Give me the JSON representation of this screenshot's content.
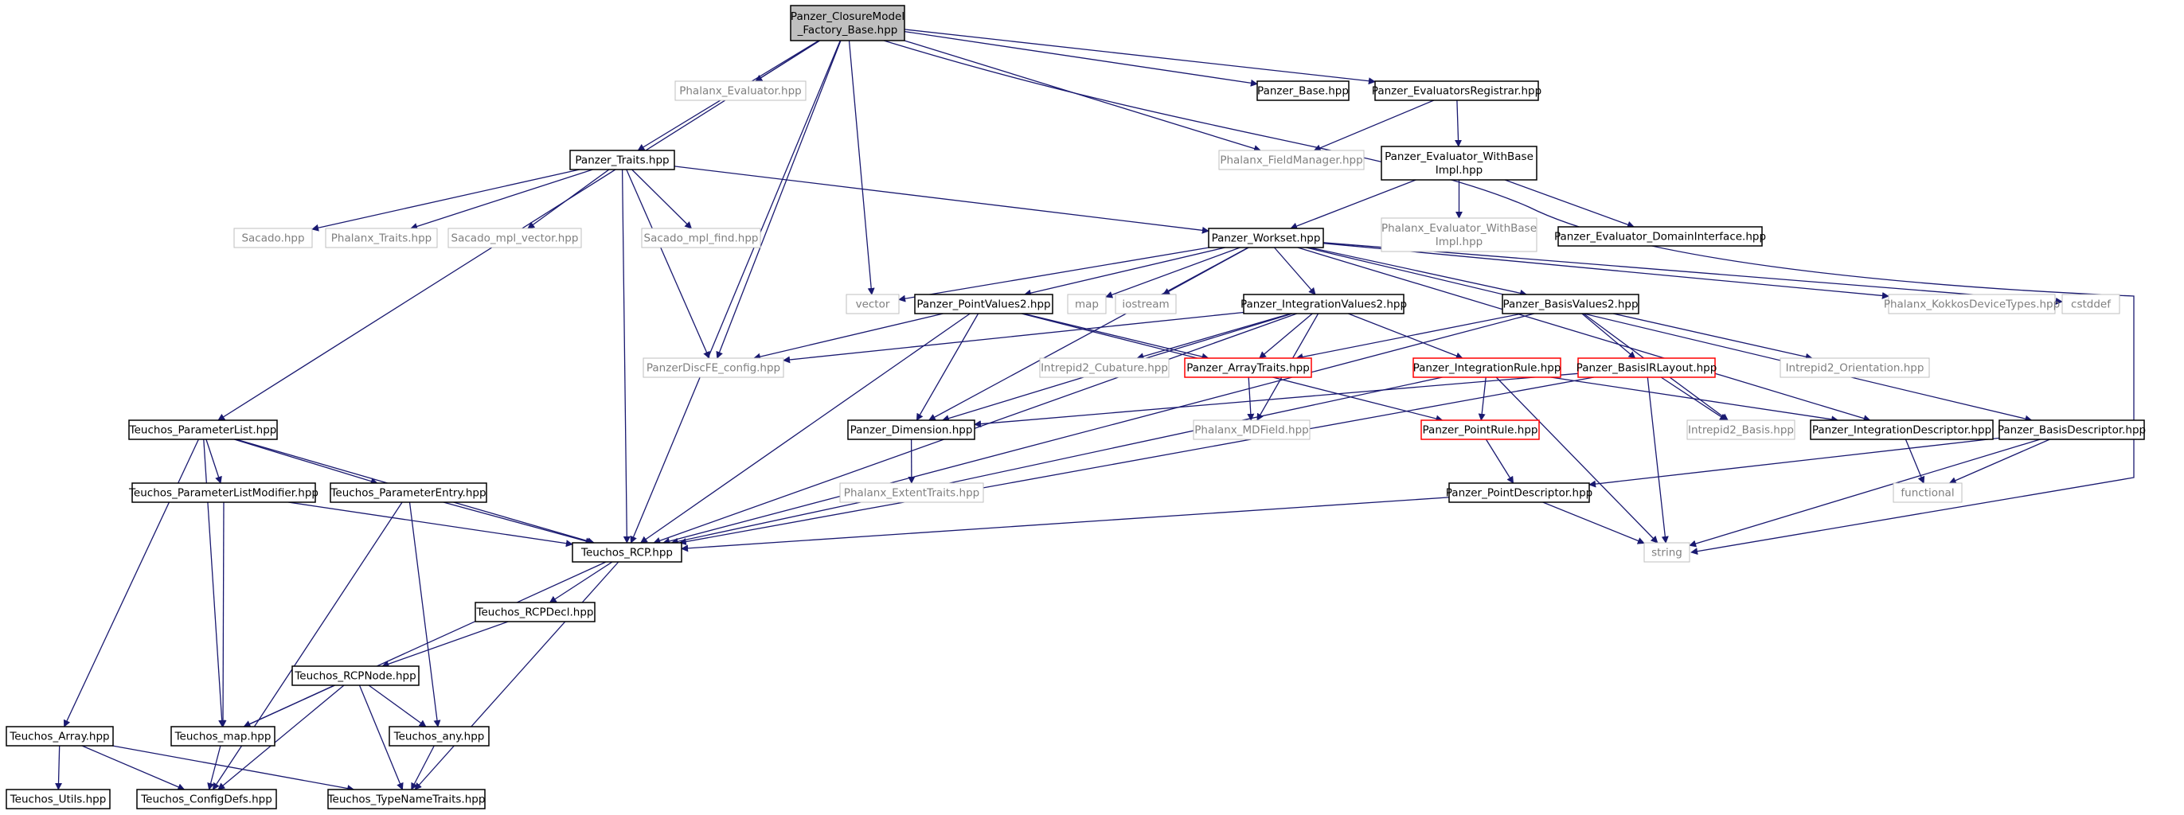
{
  "colors": {
    "edge": "#191970",
    "documented_border": "#000000",
    "undocumented_border": "#bfbfbf",
    "undocumented_text": "#7f7f7f",
    "truncated_border": "#ff0000",
    "root_fill": "#bfbfbf",
    "node_fill": "#ffffff"
  },
  "nodes": {
    "root": {
      "lines": [
        "Panzer_ClosureModel",
        "_Factory_Base.hpp"
      ],
      "kind": "root"
    },
    "phalanx_evaluator": {
      "lines": [
        "Phalanx_Evaluator.hpp"
      ],
      "kind": "undocumented"
    },
    "panzer_base": {
      "lines": [
        "Panzer_Base.hpp"
      ],
      "kind": "documented"
    },
    "panzer_evaluators_registrar": {
      "lines": [
        "Panzer_EvaluatorsRegistrar.hpp"
      ],
      "kind": "documented"
    },
    "phalanx_fieldmanager": {
      "lines": [
        "Phalanx_FieldManager.hpp"
      ],
      "kind": "undocumented"
    },
    "panzer_evaluator_withbaseimpl": {
      "lines": [
        "Panzer_Evaluator_WithBase",
        "Impl.hpp"
      ],
      "kind": "documented"
    },
    "phalanx_evaluator_withbaseimpl": {
      "lines": [
        "Phalanx_Evaluator_WithBase",
        "Impl.hpp"
      ],
      "kind": "undocumented"
    },
    "panzer_evaluator_domaininterface": {
      "lines": [
        "Panzer_Evaluator_DomainInterface.hpp"
      ],
      "kind": "documented"
    },
    "panzer_traits": {
      "lines": [
        "Panzer_Traits.hpp"
      ],
      "kind": "documented"
    },
    "sacado": {
      "lines": [
        "Sacado.hpp"
      ],
      "kind": "undocumented"
    },
    "phalanx_traits": {
      "lines": [
        "Phalanx_Traits.hpp"
      ],
      "kind": "undocumented"
    },
    "sacado_mpl_vector": {
      "lines": [
        "Sacado_mpl_vector.hpp"
      ],
      "kind": "undocumented"
    },
    "sacado_mpl_find": {
      "lines": [
        "Sacado_mpl_find.hpp"
      ],
      "kind": "undocumented"
    },
    "panzer_workset": {
      "lines": [
        "Panzer_Workset.hpp"
      ],
      "kind": "documented"
    },
    "vector": {
      "lines": [
        "vector"
      ],
      "kind": "undocumented"
    },
    "panzer_pointvalues2": {
      "lines": [
        "Panzer_PointValues2.hpp"
      ],
      "kind": "documented"
    },
    "map": {
      "lines": [
        "map"
      ],
      "kind": "undocumented"
    },
    "iostream": {
      "lines": [
        "iostream"
      ],
      "kind": "undocumented"
    },
    "panzer_integrationvalues2": {
      "lines": [
        "Panzer_IntegrationValues2.hpp"
      ],
      "kind": "documented"
    },
    "panzer_basisvalues2": {
      "lines": [
        "Panzer_BasisValues2.hpp"
      ],
      "kind": "documented"
    },
    "phalanx_kokkosdevicetypes": {
      "lines": [
        "Phalanx_KokkosDeviceTypes.hpp"
      ],
      "kind": "undocumented"
    },
    "cstddef": {
      "lines": [
        "cstddef"
      ],
      "kind": "undocumented"
    },
    "panzerdiscfe_config": {
      "lines": [
        "PanzerDiscFE_config.hpp"
      ],
      "kind": "undocumented"
    },
    "intrepid2_cubature": {
      "lines": [
        "Intrepid2_Cubature.hpp"
      ],
      "kind": "undocumented"
    },
    "panzer_arraytraits": {
      "lines": [
        "Panzer_ArrayTraits.hpp"
      ],
      "kind": "truncated"
    },
    "panzer_integrationrule": {
      "lines": [
        "Panzer_IntegrationRule.hpp"
      ],
      "kind": "truncated"
    },
    "panzer_basisirlayout": {
      "lines": [
        "Panzer_BasisIRLayout.hpp"
      ],
      "kind": "truncated"
    },
    "intrepid2_orientation": {
      "lines": [
        "Intrepid2_Orientation.hpp"
      ],
      "kind": "undocumented"
    },
    "teuchos_parameterlist": {
      "lines": [
        "Teuchos_ParameterList.hpp"
      ],
      "kind": "documented"
    },
    "panzer_dimension": {
      "lines": [
        "Panzer_Dimension.hpp"
      ],
      "kind": "documented"
    },
    "phalanx_mdfield": {
      "lines": [
        "Phalanx_MDField.hpp"
      ],
      "kind": "undocumented"
    },
    "panzer_pointrule": {
      "lines": [
        "Panzer_PointRule.hpp"
      ],
      "kind": "truncated"
    },
    "intrepid2_basis": {
      "lines": [
        "Intrepid2_Basis.hpp"
      ],
      "kind": "undocumented"
    },
    "panzer_integrationdescriptor": {
      "lines": [
        "Panzer_IntegrationDescriptor.hpp"
      ],
      "kind": "documented"
    },
    "panzer_basisdescriptor": {
      "lines": [
        "Panzer_BasisDescriptor.hpp"
      ],
      "kind": "documented"
    },
    "teuchos_parameterlistmodifier": {
      "lines": [
        "Teuchos_ParameterListModifier.hpp"
      ],
      "kind": "documented"
    },
    "teuchos_parameterentry": {
      "lines": [
        "Teuchos_ParameterEntry.hpp"
      ],
      "kind": "documented"
    },
    "phalanx_extenttraits": {
      "lines": [
        "Phalanx_ExtentTraits.hpp"
      ],
      "kind": "undocumented"
    },
    "panzer_pointdescriptor": {
      "lines": [
        "Panzer_PointDescriptor.hpp"
      ],
      "kind": "documented"
    },
    "functional": {
      "lines": [
        "functional"
      ],
      "kind": "undocumented"
    },
    "teuchos_rcp": {
      "lines": [
        "Teuchos_RCP.hpp"
      ],
      "kind": "documented"
    },
    "string": {
      "lines": [
        "string"
      ],
      "kind": "undocumented"
    },
    "teuchos_rcpdecl": {
      "lines": [
        "Teuchos_RCPDecl.hpp"
      ],
      "kind": "documented"
    },
    "teuchos_rcpnode": {
      "lines": [
        "Teuchos_RCPNode.hpp"
      ],
      "kind": "documented"
    },
    "teuchos_array": {
      "lines": [
        "Teuchos_Array.hpp"
      ],
      "kind": "documented"
    },
    "teuchos_map": {
      "lines": [
        "Teuchos_map.hpp"
      ],
      "kind": "documented"
    },
    "teuchos_any": {
      "lines": [
        "Teuchos_any.hpp"
      ],
      "kind": "documented"
    },
    "teuchos_utils": {
      "lines": [
        "Teuchos_Utils.hpp"
      ],
      "kind": "documented"
    },
    "teuchos_configdefs": {
      "lines": [
        "Teuchos_ConfigDefs.hpp"
      ],
      "kind": "documented"
    },
    "teuchos_typenametraits": {
      "lines": [
        "Teuchos_TypeNameTraits.hpp"
      ],
      "kind": "documented"
    }
  }
}
